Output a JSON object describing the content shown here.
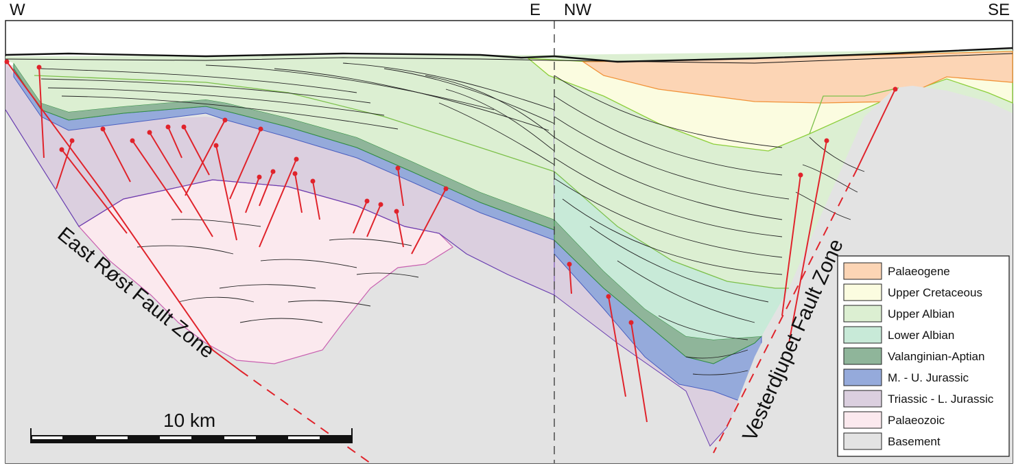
{
  "orientation": {
    "left_west": "W",
    "left_east": "E",
    "right_northwest": "NW",
    "right_southeast": "SE"
  },
  "labels": {
    "east_rost_fault": "East Røst Fault Zone",
    "vesterdjupet_fault": "Vesterdjupet Fault Zone"
  },
  "scale_bar": {
    "label": "10 km"
  },
  "legend": {
    "items": [
      {
        "label": "Palaeogene",
        "color": "#fcd5b5"
      },
      {
        "label": "Upper Cretaceous",
        "color": "#fbfce0"
      },
      {
        "label": "Upper Albian",
        "color": "#dcefd2"
      },
      {
        "label": "Lower Albian",
        "color": "#c8ead8"
      },
      {
        "label": "Valanginian-Aptian",
        "color": "#8fb59a"
      },
      {
        "label": "M. - U. Jurassic",
        "color": "#95aadb"
      },
      {
        "label": "Triassic - L. Jurassic",
        "color": "#dbcfdf"
      },
      {
        "label": "Palaeozoic",
        "color": "#fbe9ee"
      },
      {
        "label": "Basement",
        "color": "#e3e3e3"
      }
    ]
  },
  "colors": {
    "fault": "#e0232b",
    "basement": "#e3e3e3",
    "seafloor": "#111111"
  }
}
